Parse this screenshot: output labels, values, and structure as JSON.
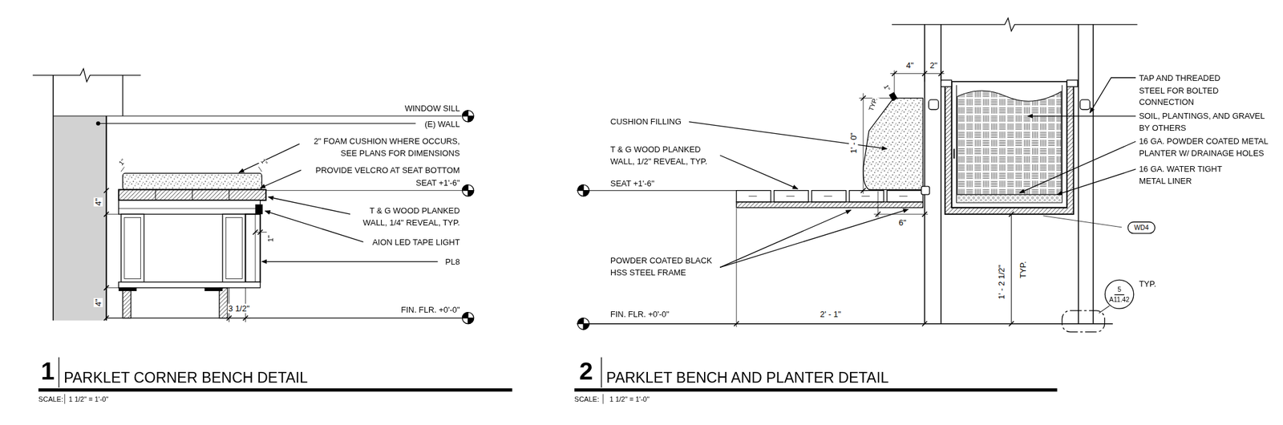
{
  "diagram": {
    "nodes": [
      {
        "text": [
          "WD4"
        ]
      },
      {
        "text": [
          "5",
          "A11.42"
        ]
      }
    ],
    "labels": [
      "WINDOW SILL",
      "(E) WALL",
      "2\" FOAM CUSHION WHERE OCCURS, SEE PLANS FOR DIMENSIONS",
      "PROVIDE VELCRO AT SEAT BOTTOM",
      "SEAT +1'-6\"",
      "T & G WOOD PLANKED WALL, 1/4\" REVEAL, TYP.",
      "AION LED TAPE LIGHT",
      "PL8",
      "FIN. FLR. +0'-0\"",
      "4\"",
      "4\"",
      "1\"",
      "1\"",
      "1\"",
      "3 1/2\"",
      "1",
      "PARKLET CORNER BENCH DETAIL",
      "SCALE:",
      "1 1/2\" = 1'-0\"",
      "4\"",
      "2\"",
      "1\"",
      "TYP.",
      "1' - 0\"",
      "CUSHION FILLING",
      "T & G WOOD PLANKED WALL, 1/2\" REVEAL, TYP.",
      "SEAT +1'-6\"",
      "6\"",
      "POWDER COATED BLACK HSS STEEL FRAME",
      "FIN. FLR. +0'-0\"",
      "2' - 1\"",
      "1' - 2 1/2\"",
      "TYP.",
      "TAP AND THREADED STEEL FOR BOLTED CONNECTION",
      "SOIL, PLANTINGS, AND GRAVEL BY OTHERS",
      "16 GA. POWDER COATED METAL PLANTER W/ DRAINAGE HOLES",
      "16 GA. WATER TIGHT METAL LINER",
      "TYP.",
      "2",
      "PARKLET BENCH AND PLANTER DETAIL",
      "SCALE:",
      "1 1/2\" = 1'-0\""
    ]
  }
}
